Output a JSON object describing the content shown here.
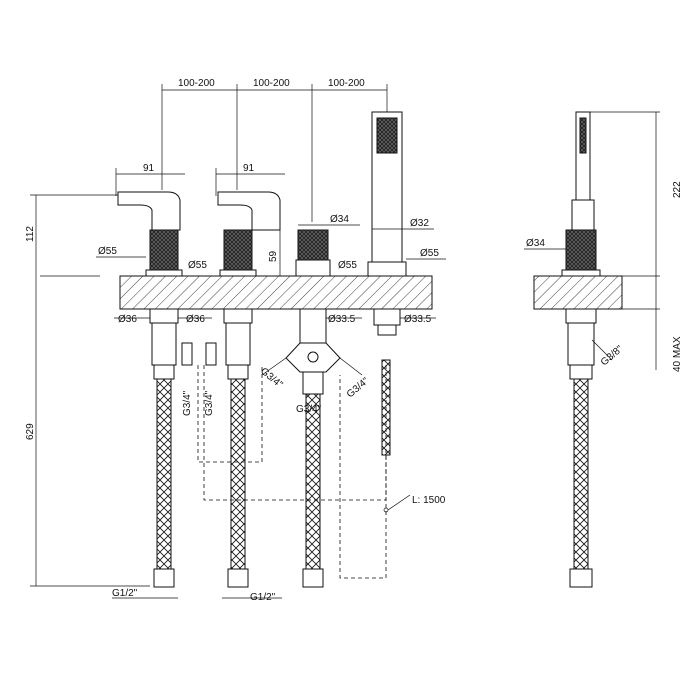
{
  "dimensions": {
    "spacing_1": "100-200",
    "spacing_2": "100-200",
    "spacing_3": "100-200",
    "lever_reach_1": "91",
    "lever_reach_2": "91",
    "height_top": "112",
    "height_total": "629",
    "handle_height": "59",
    "diverter_dia": "Ø34",
    "hand_shower_dia": "Ø32",
    "base_dia_1": "Ø55",
    "base_dia_2": "Ø55",
    "base_dia_3": "Ø55",
    "base_dia_4": "Ø55",
    "shank_dia_1": "Ø36",
    "shank_dia_2": "Ø36",
    "shank_dia_3": "Ø33.5",
    "shank_dia_4": "Ø33.5",
    "thread_1": "G3/4\"",
    "thread_2": "G3/4\"",
    "thread_3": "G3/4\"",
    "thread_4": "G3/4\"",
    "thread_5": "G3/4\"",
    "inlet_1": "G1/2\"",
    "inlet_2": "G1/2\"",
    "hose_length": "L: 1500",
    "side_height": "222",
    "side_dia": "Ø34",
    "side_thread": "G3/8\"",
    "deck_max": "40 MAX"
  }
}
